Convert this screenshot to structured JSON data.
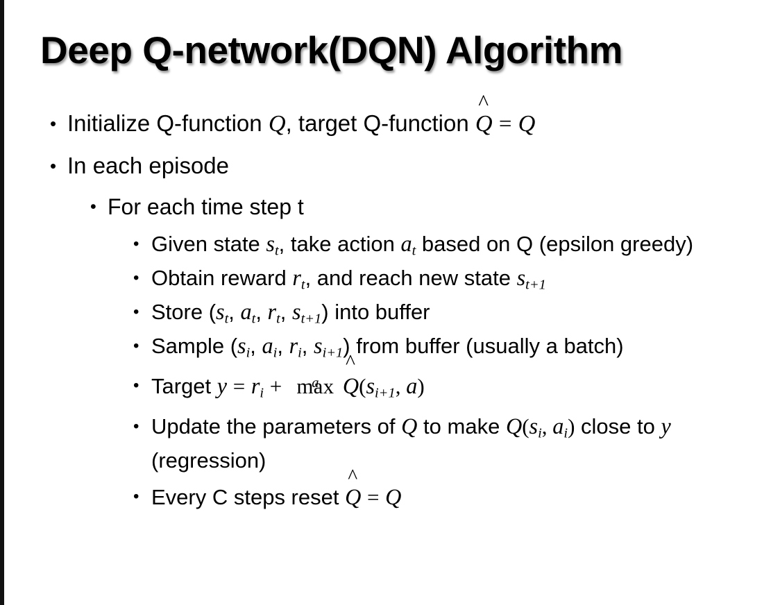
{
  "slide": {
    "title": "Deep Q-network(DQN) Algorithm",
    "background_color": "#ffffff",
    "text_color": "#000000",
    "left_edge_band_color": "#111111",
    "bullet_marker": "•"
  },
  "content": {
    "b1": {
      "level": 1,
      "pre": "Initialize Q-function ",
      "var_q1": "Q",
      "mid": ", target Q-function ",
      "qhat": "Q",
      "hat": "̂",
      "eq": "=",
      "var_q2": "Q",
      "plain_text": "Initialize Q-function Q, target Q-function Q̂ = Q"
    },
    "b2": {
      "level": 1,
      "text": "In each episode"
    },
    "b3": {
      "level": 2,
      "text": "For each time step t"
    },
    "b4": {
      "level": 3,
      "pre": "Given state ",
      "var_s": "s",
      "sub_s": "t",
      "mid": ", take action ",
      "var_a": "a",
      "sub_a": "t",
      "post": " based on Q (epsilon greedy)",
      "plain_text": "Given state sₜ, take action aₜ based on Q (epsilon greedy)"
    },
    "b5": {
      "level": 3,
      "pre": "Obtain reward ",
      "var_r": "r",
      "sub_r": "t",
      "mid": ", and reach new state ",
      "var_s": "s",
      "sub_s": "t+1",
      "plain_text": "Obtain reward rₜ, and reach new state sₜ₊₁"
    },
    "b6": {
      "level": 3,
      "pre": "Store (",
      "var_s": "s",
      "sub_s": "t",
      "c1": ", ",
      "var_a": "a",
      "sub_a": "t",
      "c2": ", ",
      "var_r": "r",
      "sub_r": "t",
      "c3": ", ",
      "var_s2": "s",
      "sub_s2": "t+1",
      "post": ") into buffer",
      "plain_text": "Store (sₜ, aₜ, rₜ, sₜ₊₁) into buffer"
    },
    "b7": {
      "level": 3,
      "pre": "Sample (",
      "var_s": "s",
      "sub_s": "i",
      "c1": ", ",
      "var_a": "a",
      "sub_a": "i",
      "c2": ", ",
      "var_r": "r",
      "sub_r": "i",
      "c3": ", ",
      "var_s2": "s",
      "sub_s2": "i+1",
      "post": ") from buffer (usually a batch)",
      "plain_text": "Sample (sᵢ, aᵢ, rᵢ, sᵢ₊₁) from buffer (usually a batch)"
    },
    "b8": {
      "level": 3,
      "pre": "Target ",
      "var_y": "y",
      "eq": "=",
      "var_r": "r",
      "sub_r": "i",
      "plus": "+",
      "op_name": "max",
      "op_sub": "a",
      "qhat": "Q",
      "hat": "̂",
      "paren_open": "(",
      "var_s": "s",
      "sub_s": "i+1",
      "comma": ", ",
      "var_a": "a",
      "paren_close": ")",
      "plain_text": "Target y = rᵢ + maxₐ Q̂(sᵢ₊₁, a)"
    },
    "b9": {
      "level": 3,
      "pre": "Update the parameters of ",
      "var_q1": "Q",
      "mid": " to make ",
      "var_q2": "Q",
      "paren_open": "(",
      "var_s": "s",
      "sub_s": "i",
      "comma": ", ",
      "var_a": "a",
      "sub_a": "i",
      "paren_close": ")",
      "post": " close to ",
      "var_y": "y",
      "tail": " (regression)",
      "plain_text": "Update the parameters of Q to make Q(sᵢ, aᵢ) close to y (regression)"
    },
    "b10": {
      "level": 3,
      "pre": "Every C steps reset ",
      "qhat": "Q",
      "hat": "̂",
      "eq": "=",
      "var_q": "Q",
      "plain_text": "Every C steps reset Q̂ = Q"
    }
  }
}
